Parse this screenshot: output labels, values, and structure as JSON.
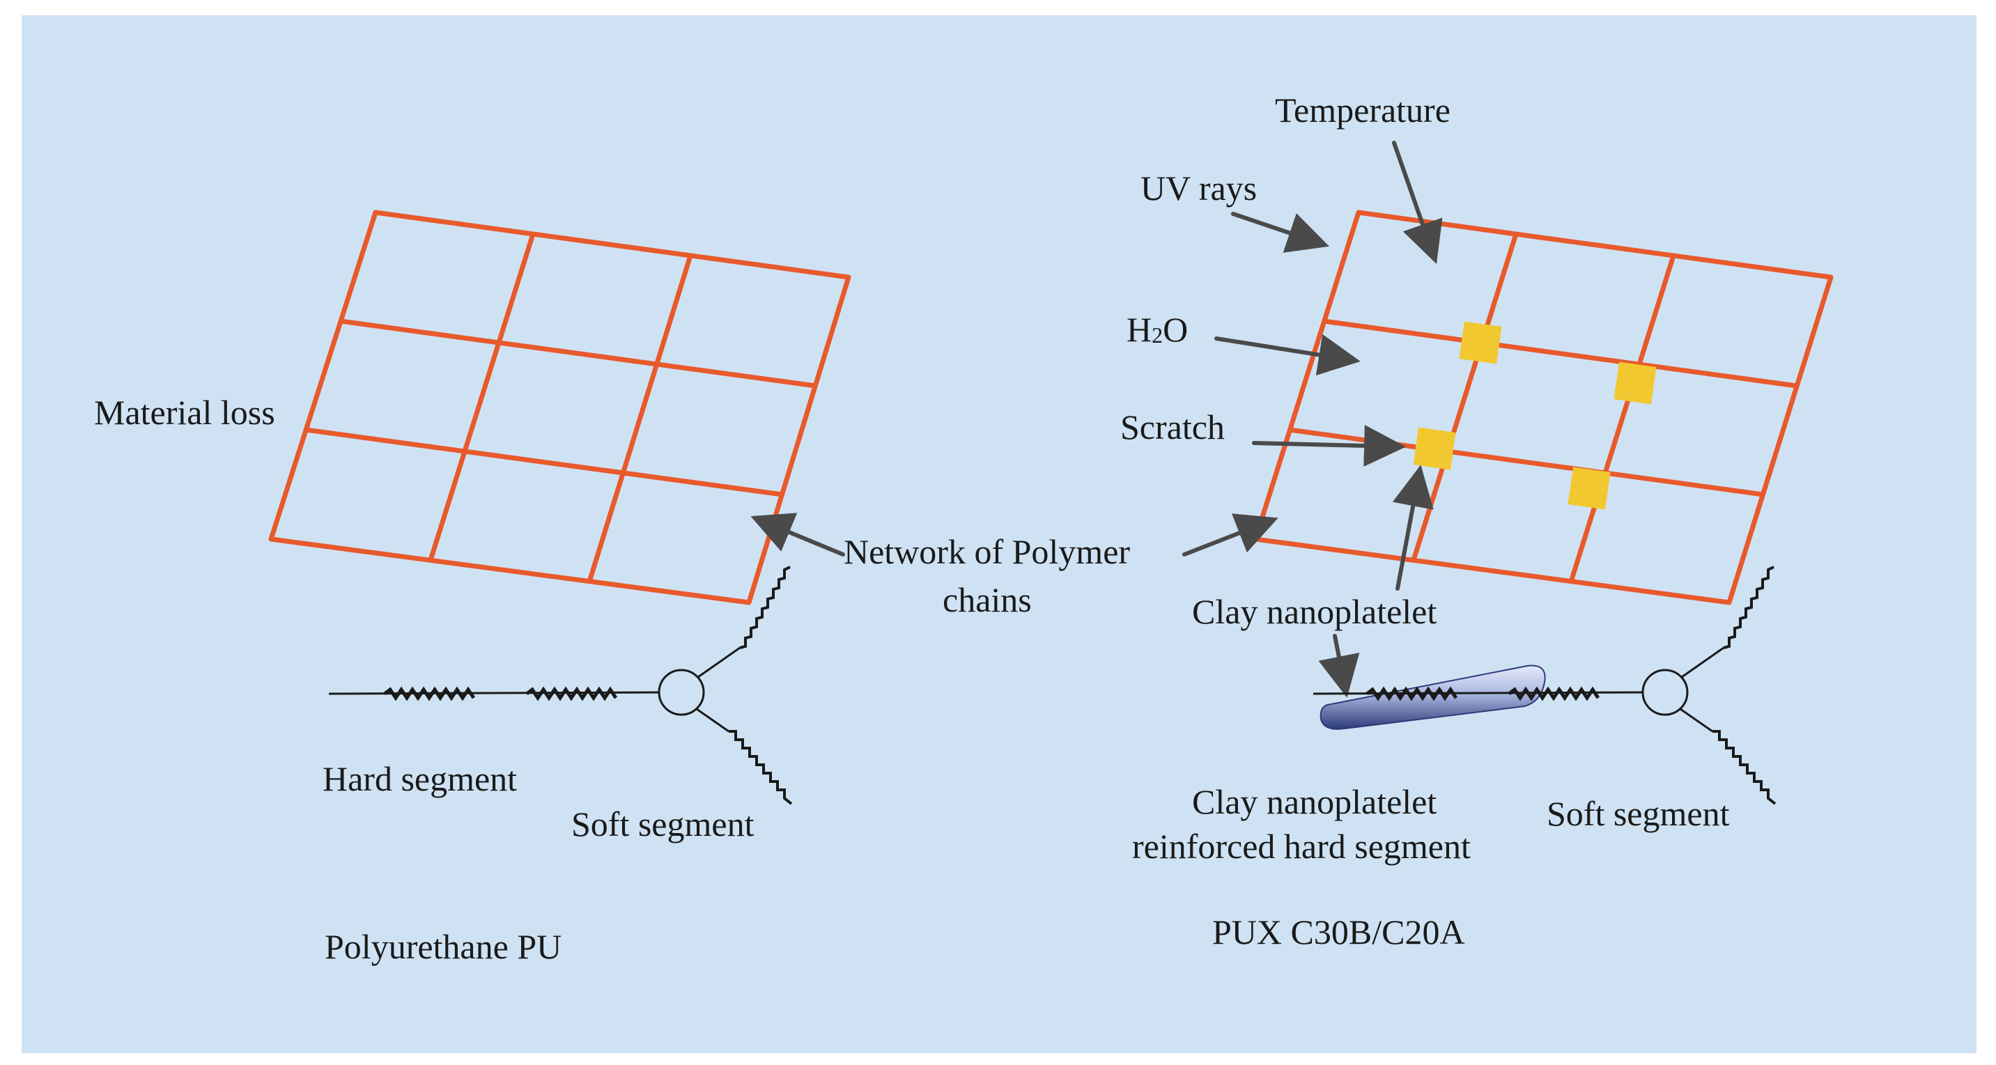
{
  "labels": {
    "material_loss": "Material loss",
    "temperature": "Temperature",
    "uv_rays": "UV rays",
    "h2o_main": "H",
    "h2o_sub": "2",
    "h2o_end": "O",
    "scratch": "Scratch",
    "network_line1": "Network of Polymer",
    "network_line2": "chains",
    "clay_nanoplatelet": "Clay nanoplatelet",
    "hard_segment": "Hard segment",
    "soft_segment_left": "Soft segment",
    "soft_segment_right": "Soft segment",
    "clay_reinforced_line1": "Clay nanoplatelet",
    "clay_reinforced_line2": "reinforced hard segment",
    "caption_left": "Polyurethane PU",
    "caption_right": "PUX  C30B/C20A"
  },
  "colors": {
    "background": "#cfe2f3",
    "grid": "#e8592c",
    "nanoplatelet_square": "#f2c830",
    "arrow": "#4a4a4a",
    "chain": "#1a1a1a",
    "platelet_body": "#aab6e0"
  }
}
